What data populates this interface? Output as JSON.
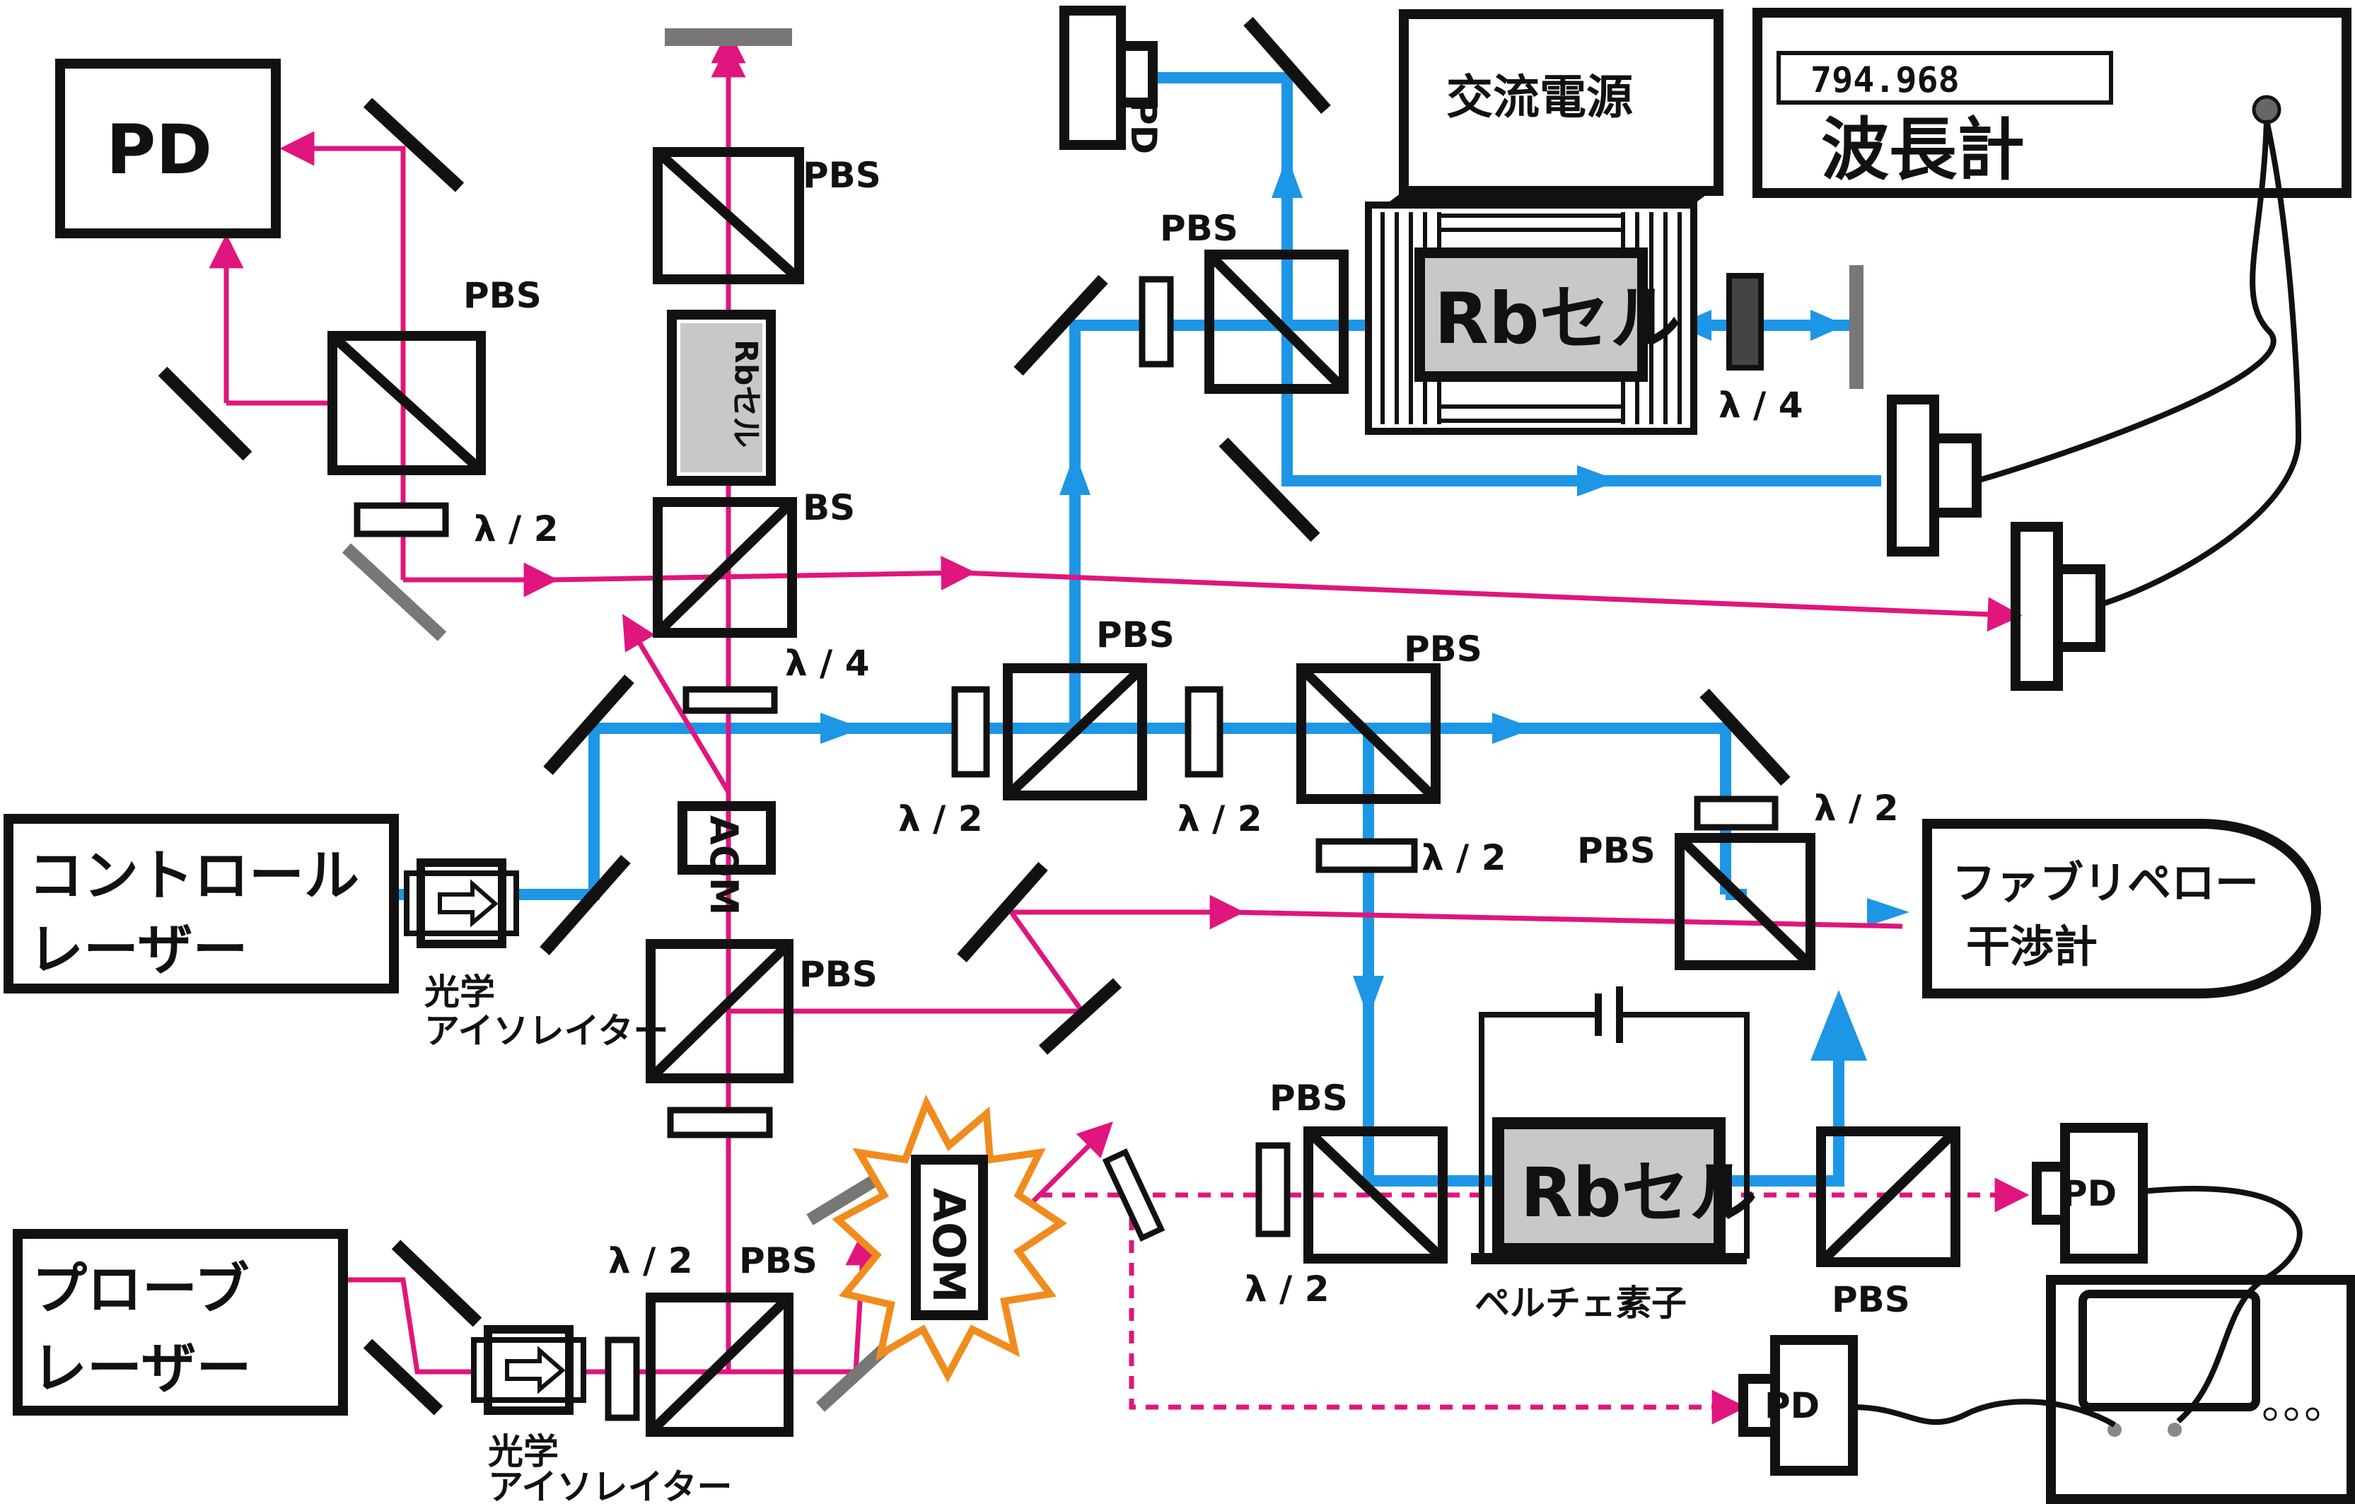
{
  "labels": {
    "pd": "PD",
    "pbs": "PBS",
    "bs": "BS",
    "half_wave": "λ / 2",
    "quarter_wave": "λ / 4",
    "rb_cell": "Rbセル",
    "aom": "AOM",
    "control_laser_l1": "コントロール",
    "control_laser_l2": "レーザー",
    "probe_laser_l1": "プローブ",
    "probe_laser_l2": "レーザー",
    "isolator_l1": "光学",
    "isolator_l2": "アイソレイター",
    "ac_power": "交流電源",
    "wavemeter_value": "794.968",
    "wavemeter": "波長計",
    "fabry_perot_l1": "ファブリペロー",
    "fabry_perot_l2": "干渉計",
    "peltier": "ペルチェ素子"
  },
  "colors": {
    "control_beam": "#1e96e6",
    "probe_beam": "#e0157d",
    "outline": "#111111",
    "cell_fill": "#c8c8c8",
    "aom_burst": "#f08c1e"
  }
}
